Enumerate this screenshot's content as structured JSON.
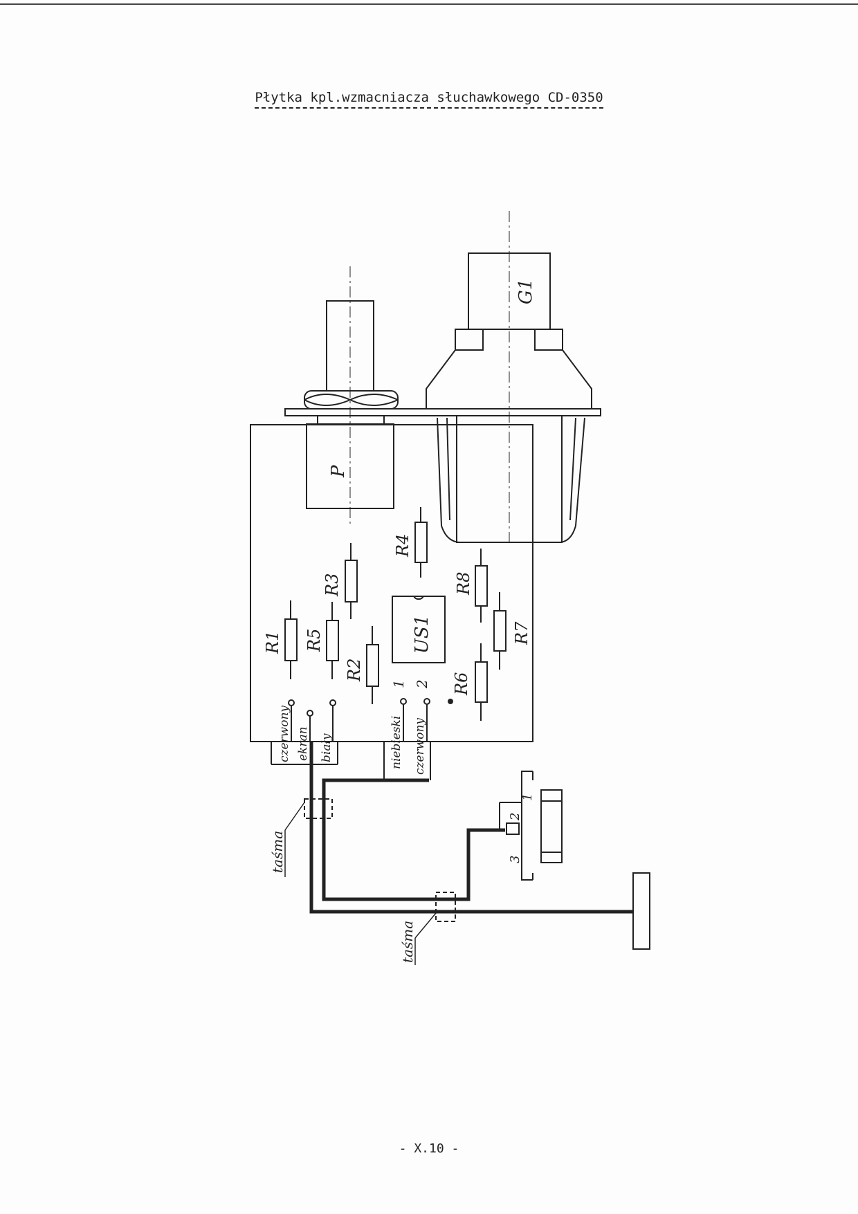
{
  "title": "Płytka kpl.wzmacniacza słuchawkowego CD-0350",
  "page_number": "- X.10 -",
  "components": {
    "g1": "G1",
    "p": "P",
    "r1": "R1",
    "r2": "R2",
    "r3": "R3",
    "r4": "R4",
    "r5": "R5",
    "r6": "R6",
    "r7": "R7",
    "r8": "R8",
    "us1": "US1"
  },
  "pins": {
    "pin1": "1",
    "pin2": "2"
  },
  "wires": {
    "czerwony_a": "czerwony",
    "ekran": "ekran",
    "bialy": "biały",
    "niebieski": "niebieski",
    "czerwony_b": "czerwony"
  },
  "connector": {
    "pin1": "1",
    "pin2": "2",
    "pin3": "3"
  },
  "tape_labels": {
    "tasma_upper": "taśma",
    "tasma_lower": "taśma"
  }
}
